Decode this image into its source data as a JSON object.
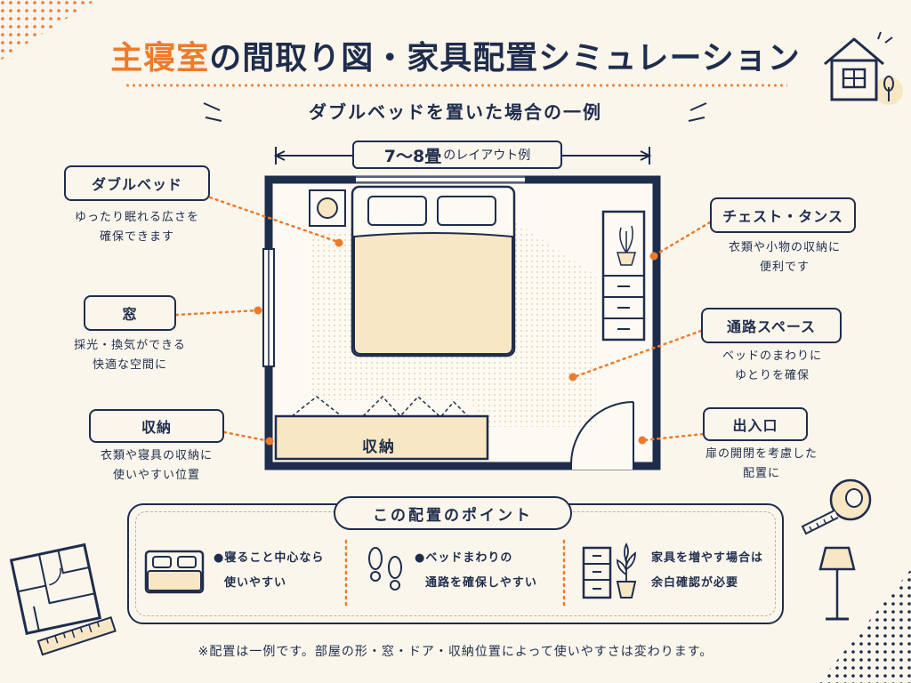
{
  "title": {
    "accent": "主寝室",
    "rest": "の間取り図・家具配置シミュレーション"
  },
  "subtitle": "ダブルベッドを置いた場合の一例",
  "dimension": {
    "main": "7〜8畳",
    "small": "のレイアウト例"
  },
  "callouts": {
    "bed": {
      "label": "ダブルベッド",
      "desc1": "ゆったり眠れる広さを",
      "desc2": "確保できます"
    },
    "window": {
      "label": "窓",
      "desc1": "採光・換気ができる",
      "desc2": "快適な空間に"
    },
    "storage": {
      "label": "収納",
      "desc1": "衣類や寝具の収納に",
      "desc2": "使いやすい位置"
    },
    "chest": {
      "label": "チェスト・タンス",
      "desc1": "衣類や小物の収納に",
      "desc2": "便利です"
    },
    "passage": {
      "label": "通路スペース",
      "desc1": "ベッドのまわりに",
      "desc2": "ゆとりを確保"
    },
    "entrance": {
      "label": "出入口",
      "desc1": "扉の開閉を考慮した",
      "desc2": "配置に"
    }
  },
  "room": {
    "storage_label": "収納"
  },
  "points": {
    "title": "この配置のポイント",
    "items": [
      {
        "line1": "●寝ること中心なら",
        "line2": "使いやすい",
        "icon": "bed-icon"
      },
      {
        "line1": "●ベッドまわりの",
        "line2": "通路を確保しやすい",
        "icon": "footprints-icon"
      },
      {
        "line1": "家具を増やす場合は",
        "line2": "余白確認が必要",
        "icon": "chest-plant-icon"
      }
    ]
  },
  "footnote": "※配置は一例です。部屋の形・窓・ドア・収納位置によって使いやすさは変わります。",
  "colors": {
    "navy": "#1f2d4d",
    "orange": "#ee7a2a",
    "cream": "#fbf6ec",
    "beige": "#f8e7c4"
  }
}
